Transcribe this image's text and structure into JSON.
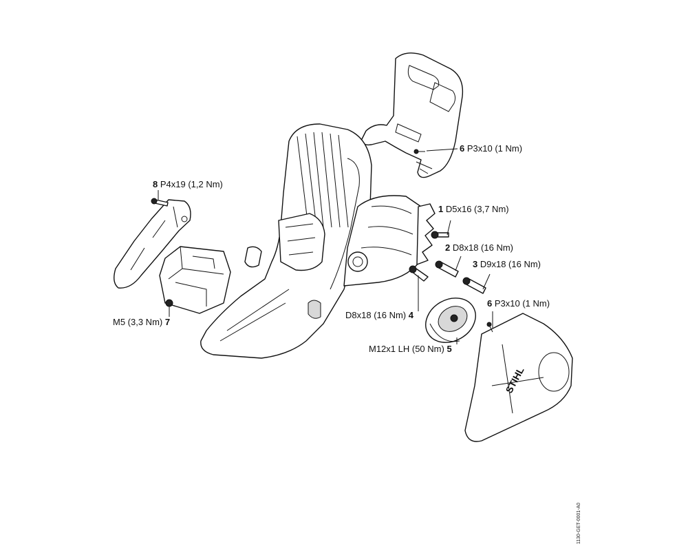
{
  "callouts": {
    "c1": {
      "num": "1",
      "spec": "D5x16 (3,7 Nm)"
    },
    "c2": {
      "num": "2",
      "spec": "D8x18 (16 Nm)"
    },
    "c3": {
      "num": "3",
      "spec": "D9x18 (16 Nm)"
    },
    "c4": {
      "num": "4",
      "spec": "D8x18 (16 Nm)"
    },
    "c5": {
      "num": "5",
      "spec": "M12x1 LH (50 Nm)"
    },
    "c6a": {
      "num": "6",
      "spec": "P3x10 (1 Nm)"
    },
    "c6b": {
      "num": "6",
      "spec": "P3x10 (1 Nm)"
    },
    "c7": {
      "num": "7",
      "spec": "M5 (3,3 Nm)"
    },
    "c8": {
      "num": "8",
      "spec": "P4x19 (1,2 Nm)"
    }
  },
  "brand_mark": "STIHL",
  "document_id": "1130-GET-0001-A0"
}
